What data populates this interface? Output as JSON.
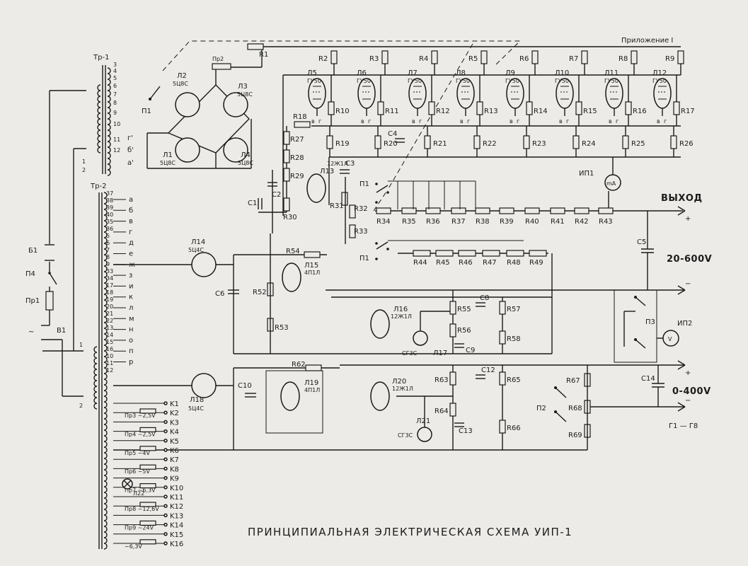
{
  "header": {
    "appendix": "Приложение I"
  },
  "title": "ПРИНЦИПИАЛЬНАЯ ЭЛЕКТРИЧЕСКАЯ СХЕМА УИП-1",
  "outputs": {
    "main": "ВЫХОД",
    "range_high": "20-600V",
    "range_low": "0-400V",
    "filament": "Г1 — Г8",
    "plus": "+",
    "minus": "−"
  },
  "transformers": {
    "tr1": "Тр-1",
    "tr2": "Тр-2"
  },
  "switches": {
    "b1": "Б1",
    "p4": "П4",
    "pr1": "Пр1",
    "v1": "В1",
    "p1": "П1",
    "p2": "П2",
    "p3": "П3"
  },
  "meters": {
    "ip1": "ИП1",
    "ip1_unit": "mA",
    "ip2": "ИП2",
    "ip2_unit": "V"
  },
  "rectifiers": [
    {
      "ref": "Л1",
      "type": "5Ц8С"
    },
    {
      "ref": "Л2",
      "type": "5Ц8С"
    },
    {
      "ref": "Л3",
      "type": "5Ц8С"
    },
    {
      "ref": "Л4",
      "type": "5Ц8С"
    },
    {
      "ref": "Л14",
      "type": "5Ц4С"
    },
    {
      "ref": "Л18",
      "type": "5Ц4С"
    }
  ],
  "output_tubes": [
    {
      "ref": "Л5",
      "type": "ГУ50"
    },
    {
      "ref": "Л6",
      "type": "ГУ50"
    },
    {
      "ref": "Л7",
      "type": "ГУ50"
    },
    {
      "ref": "Л8",
      "type": "ГУ50"
    },
    {
      "ref": "Л9",
      "type": "ГУ50"
    },
    {
      "ref": "Л10",
      "type": "ГУ50"
    },
    {
      "ref": "Л11",
      "type": "ГУ50"
    },
    {
      "ref": "Л12",
      "type": "ГУ50"
    }
  ],
  "tube_pin_labels": {
    "v": "в",
    "g": "г"
  },
  "control_tubes": [
    {
      "ref": "Л13",
      "type": "12Ж1Л"
    },
    {
      "ref": "Л15",
      "type": "4П1Л"
    },
    {
      "ref": "Л16",
      "type": "12Ж1Л"
    },
    {
      "ref": "Л19",
      "type": "4П1Л"
    },
    {
      "ref": "Л20",
      "type": "12Ж1Л"
    }
  ],
  "stabilizers": [
    {
      "ref": "Л17",
      "type": "СГ3С"
    },
    {
      "ref": "Л21",
      "type": "СГ3С"
    }
  ],
  "top_resistors": [
    "R1",
    "R2",
    "R3",
    "R4",
    "R5",
    "R6",
    "R7",
    "R8",
    "R9"
  ],
  "grid_resistors_row1": [
    "R10",
    "R11",
    "R12",
    "R13",
    "R14",
    "R15",
    "R16",
    "R17"
  ],
  "grid_resistors_row2": [
    "R19",
    "R20",
    "R21",
    "R22",
    "R23",
    "R24",
    "R25",
    "R26"
  ],
  "left_resistors": [
    "R18",
    "R27",
    "R28",
    "R29",
    "R30",
    "R31",
    "R32",
    "R33"
  ],
  "divider_high": [
    "R34",
    "R35",
    "R36",
    "R37",
    "R38",
    "R39",
    "R40",
    "R41",
    "R42",
    "R43"
  ],
  "divider_low": [
    "R44",
    "R45",
    "R46",
    "R47",
    "R48",
    "R49"
  ],
  "misc_resistors": [
    "R52",
    "R53",
    "R54",
    "R55",
    "R56",
    "R57",
    "R58",
    "R62",
    "R63",
    "R64",
    "R65",
    "R66",
    "R67",
    "R68",
    "R69"
  ],
  "capacitors": [
    "C1",
    "C2",
    "C3",
    "C4",
    "C5",
    "C6",
    "C8",
    "C9",
    "C10",
    "C12",
    "C13",
    "C14"
  ],
  "fuse_pr2": "Пр2",
  "tr1_pins": [
    "3",
    "4",
    "5",
    "6",
    "7",
    "8",
    "9",
    "10",
    "11",
    "12",
    "1",
    "2"
  ],
  "tr1_taps": [
    "г'",
    "б'",
    "а'"
  ],
  "tr2_pins": [
    "37",
    "38",
    "39",
    "40",
    "35",
    "36",
    "5",
    "6",
    "7",
    "8",
    "9",
    "33",
    "34",
    "17",
    "18",
    "19",
    "20",
    "21",
    "22",
    "13",
    "14",
    "15",
    "16",
    "10",
    "11",
    "12",
    "1",
    "2"
  ],
  "tr2_letters": [
    "а",
    "б",
    "в",
    "г",
    "д",
    "е",
    "ж",
    "з",
    "и",
    "к",
    "л",
    "м",
    "н",
    "о",
    "п",
    "р"
  ],
  "contacts": [
    "K1",
    "K2",
    "K3",
    "K4",
    "K5",
    "K6",
    "K7",
    "K8",
    "K9",
    "K10",
    "K11",
    "K12",
    "K13",
    "K14",
    "K15",
    "K16"
  ],
  "fuses_filament": [
    {
      "ref": "Пр3",
      "v": "2,5V"
    },
    {
      "ref": "Пр4",
      "v": "2,5V"
    },
    {
      "ref": "Пр5",
      "v": "4V"
    },
    {
      "ref": "Пр6",
      "v": "5V"
    },
    {
      "ref": "Пр7",
      "v": "6,3V"
    },
    {
      "ref": "Пр8",
      "v": "12,6V"
    },
    {
      "ref": "Пр9",
      "v": "24V"
    },
    {
      "ref": "",
      "v": "6,3V"
    }
  ],
  "lamp_l22": "Л22"
}
